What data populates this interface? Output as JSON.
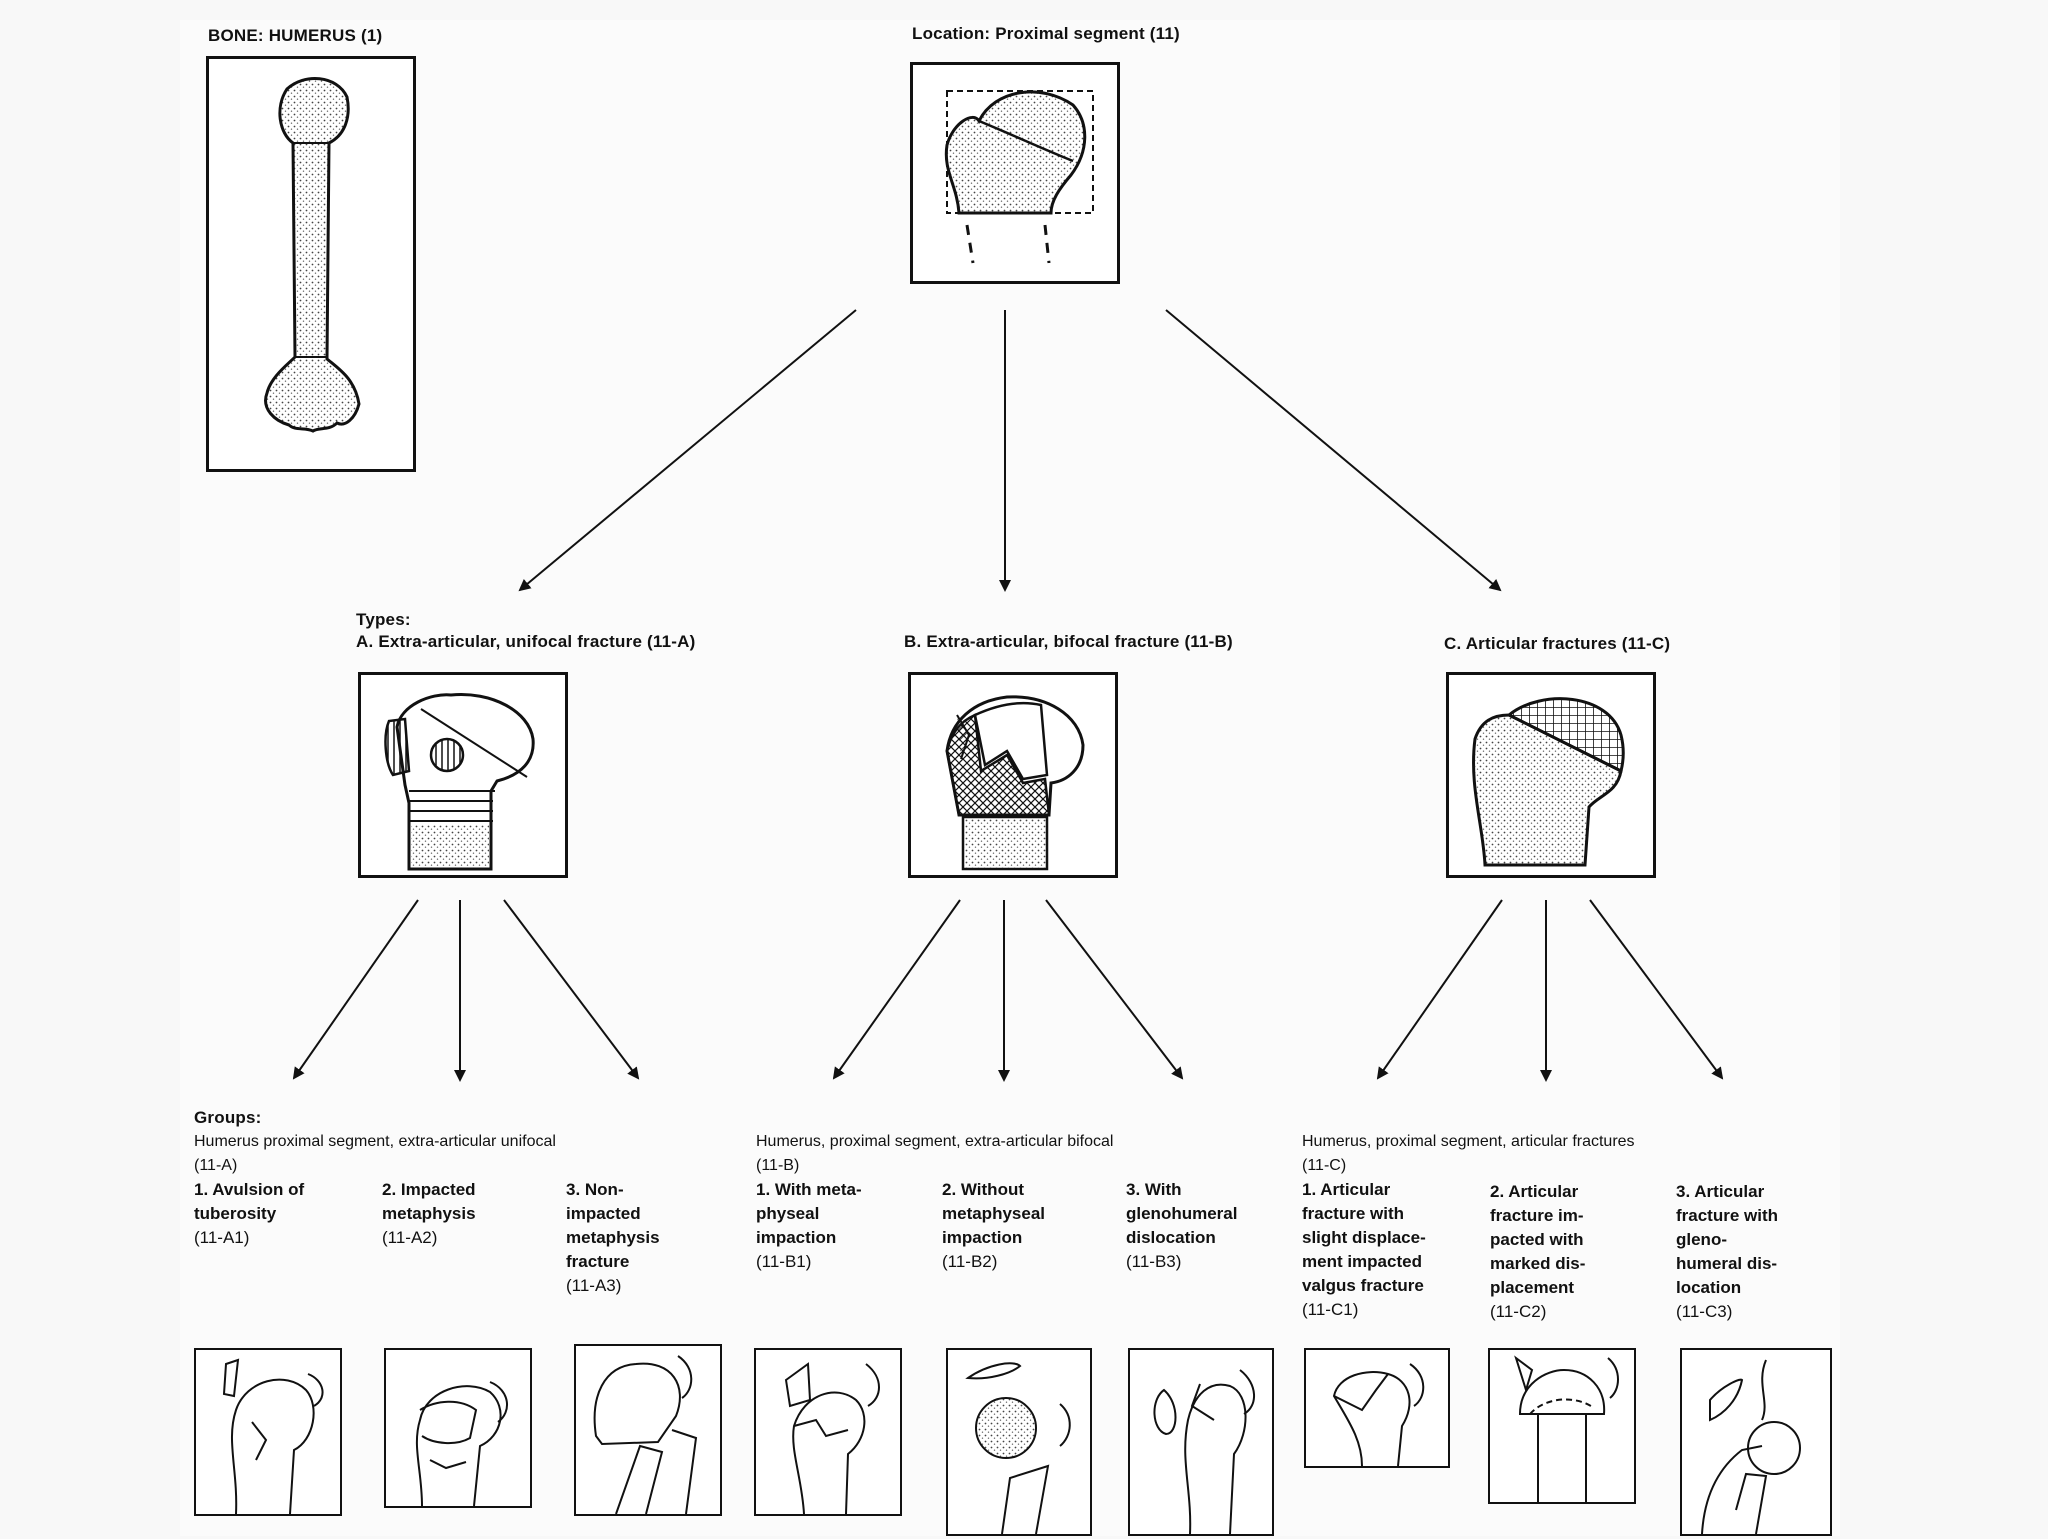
{
  "bone_label": "BONE: HUMERUS (1)",
  "location_label": "Location: Proximal segment (11)",
  "types_heading": "Types:",
  "types": [
    {
      "label": "A. Extra-articular, unifocal fracture (11-A)"
    },
    {
      "label": "B. Extra-articular, bifocal fracture (11-B)"
    },
    {
      "label": "C. Articular fractures (11-C)"
    }
  ],
  "groups_heading": "Groups:",
  "group_sections": [
    {
      "desc": "Humerus proximal segment, extra-articular unifocal",
      "code": "(11-A)",
      "items": [
        {
          "name": "1. Avulsion of\ntuberosity",
          "code": "(11-A1)"
        },
        {
          "name": "2. Impacted\nmetaphysis",
          "code": "(11-A2)"
        },
        {
          "name": "3. Non-\nimpacted\nmetaphysis\nfracture",
          "code": "(11-A3)"
        }
      ]
    },
    {
      "desc": "Humerus, proximal segment, extra-articular bifocal",
      "code": "(11-B)",
      "items": [
        {
          "name": "1. With meta-\nphyseal\nimpaction",
          "code": "(11-B1)"
        },
        {
          "name": "2. Without\nmetaphyseal\nimpaction",
          "code": "(11-B2)"
        },
        {
          "name": "3. With\nglenohumeral\ndislocation",
          "code": "(11-B3)"
        }
      ]
    },
    {
      "desc": "Humerus, proximal segment, articular fractures",
      "code": "(11-C)",
      "items": [
        {
          "name": "1. Articular\nfracture with\nslight displace-\nment impacted\nvalgus fracture",
          "code": "(11-C1)"
        },
        {
          "name": "2. Articular\nfracture im-\npacted with\nmarked dis-\nplacement",
          "code": "(11-C2)"
        },
        {
          "name": "3. Articular\nfracture with\ngleno-\nhumeral dis-\nlocation",
          "code": "(11-C3)"
        }
      ]
    }
  ]
}
